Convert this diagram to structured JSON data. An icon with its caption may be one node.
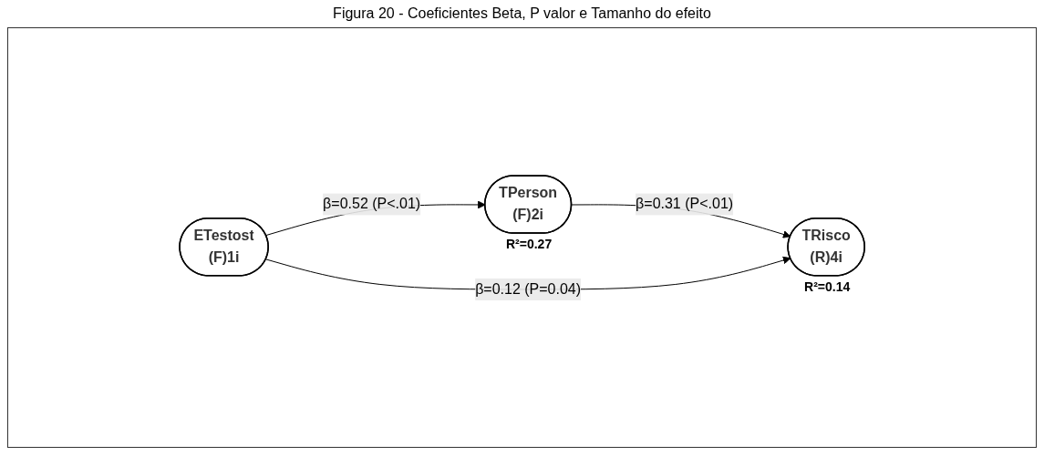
{
  "diagram": {
    "title": "Figura 20 - Coeficientes Beta, P valor e Tamanho do efeito",
    "nodes": [
      {
        "text": [
          "TPerson",
          "(F)2i"
        ],
        "beside": [
          "R²=0.27"
        ]
      },
      {
        "text": [
          "ETestost",
          "(F)1i"
        ]
      },
      {
        "text": [
          "TRisco",
          "(R)4i"
        ],
        "beside": [
          "R²=0.14"
        ]
      }
    ],
    "edges": [
      {
        "from": 1,
        "to": 0,
        "arrow": "to",
        "label": "β=0.52 (P<.01)"
      },
      {
        "from": 0,
        "to": 2,
        "arrow": "to",
        "label": "β=0.31 (P<.01)"
      },
      {
        "from": 1,
        "to": 2,
        "arrow": "to",
        "label": "β=0.12 (P=0.04)"
      }
    ]
  }
}
